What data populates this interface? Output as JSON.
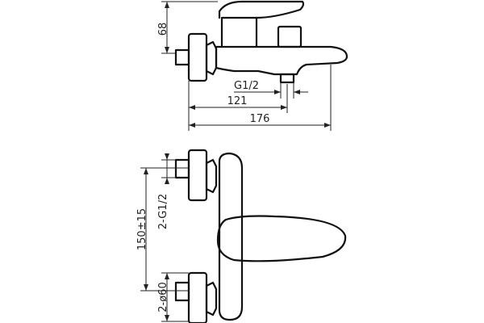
{
  "dimensions": {
    "height_68": "68",
    "thread_g12": "G1/2",
    "spout_121": "121",
    "overall_176": "176",
    "thread_2g12": "2-G1/2",
    "centers_150": "150±15",
    "flange_2d60": "2-ø60"
  },
  "colors": {
    "line": "#111111",
    "background": "#ffffff"
  }
}
